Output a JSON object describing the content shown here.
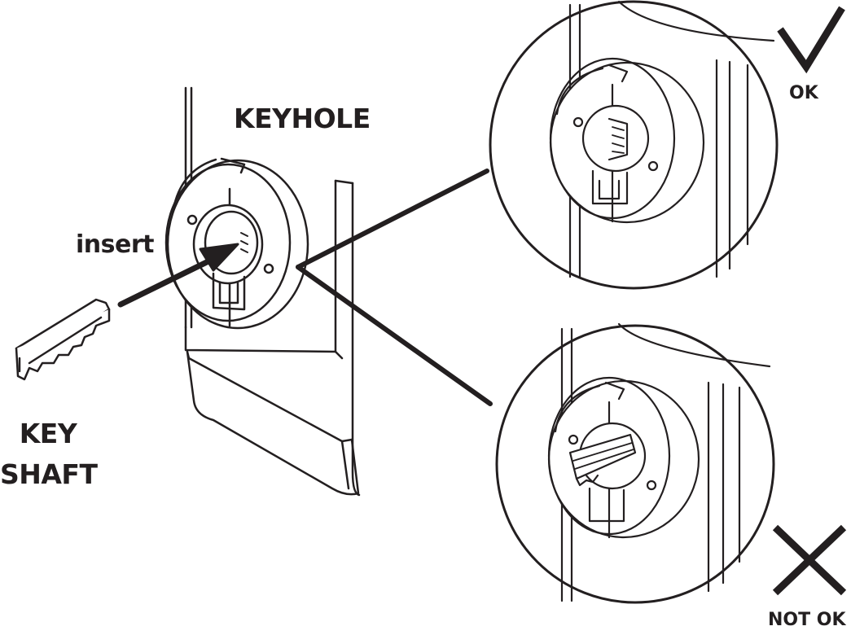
{
  "labels": {
    "keyhole": "KEYHOLE",
    "insert": "insert",
    "key_shaft_line1": "KEY",
    "key_shaft_line2": "SHAFT",
    "ok": "OK",
    "not_ok": "NOT OK"
  },
  "colors": {
    "line": "#231f20",
    "background": "#ffffff"
  },
  "icons": {
    "ok": "check-mark-icon",
    "not_ok": "cross-mark-icon"
  }
}
